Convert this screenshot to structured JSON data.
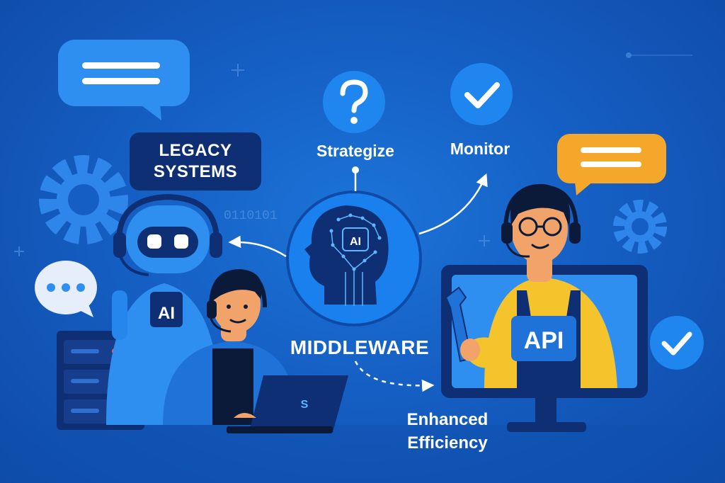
{
  "labels": {
    "legacy_line1": "LEGACY",
    "legacy_line2": "SYSTEMS",
    "strategize": "Strategize",
    "monitor": "Monitor",
    "middleware": "MIDDLEWARE",
    "efficiency_line1": "Enhanced",
    "efficiency_line2": "Efficiency",
    "robot_badge": "AI",
    "brain_chip": "AI",
    "api_badge": "API",
    "binary_text": "0110101",
    "laptop_logo": "S"
  },
  "icons": {
    "question": "question-icon",
    "check": "check-icon"
  },
  "colors": {
    "background": "#155fc4",
    "bubble_blue": "#2f8ff0",
    "bubble_orange": "#f4a72b",
    "bubble_white": "#e6eefb",
    "dark_navy": "#0f2f74",
    "gear": "#2f86ea",
    "shirt_yellow": "#f5c32c",
    "skin": "#f2a36a",
    "hair": "#0c1a3a",
    "led_red": "#ff5a4f",
    "led_amber": "#f4a72b",
    "led_green": "#3ed07a"
  }
}
